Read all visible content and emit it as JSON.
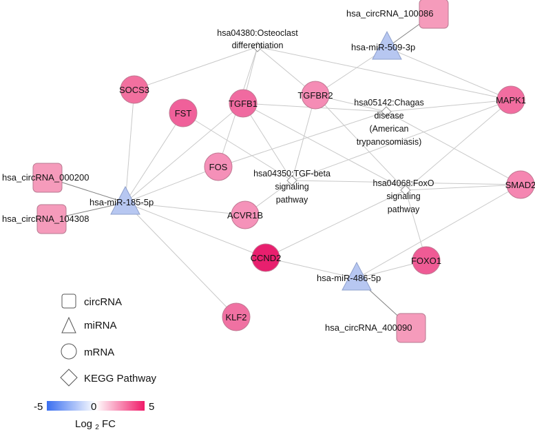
{
  "network": {
    "colors": {
      "circ_fill": "#f59bbb",
      "circ_stroke": "#b67a90",
      "mirna_fill": "#b7c7f1",
      "mirna_stroke": "#8ea0cc",
      "mrna_stroke": "#c07892",
      "kegg_stroke": "#999999",
      "edge": "#c8c8c8",
      "edge_dark": "#808080"
    },
    "nodes": [
      {
        "id": "circ_100086",
        "type": "circRNA",
        "label": "hsa_circRNA_100086"
      },
      {
        "id": "circ_000200",
        "type": "circRNA",
        "label": "hsa_circRNA_000200"
      },
      {
        "id": "circ_104308",
        "type": "circRNA",
        "label": "hsa_circRNA_104308"
      },
      {
        "id": "circ_400090",
        "type": "circRNA",
        "label": "hsa_circRNA_400090"
      },
      {
        "id": "mir_509",
        "type": "miRNA",
        "label": "hsa-miR-509-3p"
      },
      {
        "id": "mir_185",
        "type": "miRNA",
        "label": "hsa-miR-185-5p"
      },
      {
        "id": "mir_486",
        "type": "miRNA",
        "label": "hsa-miR-486-5p"
      },
      {
        "id": "SOCS3",
        "type": "mRNA",
        "label": "SOCS3",
        "color": "#f2709f"
      },
      {
        "id": "FST",
        "type": "mRNA",
        "label": "FST",
        "color": "#f0609a"
      },
      {
        "id": "TGFB1",
        "type": "mRNA",
        "label": "TGFB1",
        "color": "#f06aa0"
      },
      {
        "id": "TGFBR2",
        "type": "mRNA",
        "label": "TGFBR2",
        "color": "#f58cb5"
      },
      {
        "id": "MAPK1",
        "type": "mRNA",
        "label": "MAPK1",
        "color": "#f26da0"
      },
      {
        "id": "FOS",
        "type": "mRNA",
        "label": "FOS",
        "color": "#f590b8"
      },
      {
        "id": "ACVR1B",
        "type": "mRNA",
        "label": "ACVR1B",
        "color": "#f592b9"
      },
      {
        "id": "SMAD2",
        "type": "mRNA",
        "label": "SMAD2",
        "color": "#f586b1"
      },
      {
        "id": "CCND2",
        "type": "mRNA",
        "label": "CCND2",
        "color": "#e81f6e"
      },
      {
        "id": "FOXO1",
        "type": "mRNA",
        "label": "FOXO1",
        "color": "#ef5b95"
      },
      {
        "id": "KLF2",
        "type": "mRNA",
        "label": "KLF2",
        "color": "#f071a2"
      },
      {
        "id": "kegg_04380",
        "type": "KEGG",
        "label": [
          "hsa04380:Osteoclast",
          "differentiation"
        ]
      },
      {
        "id": "kegg_05142",
        "type": "KEGG",
        "label": [
          "hsa05142:Chagas",
          "disease",
          "(American",
          "trypanosomiasis)"
        ]
      },
      {
        "id": "kegg_04350",
        "type": "KEGG",
        "label": [
          "hsa04350:TGF-beta",
          "signaling",
          "pathway"
        ]
      },
      {
        "id": "kegg_04068",
        "type": "KEGG",
        "label": [
          "hsa04068:FoxO",
          "signaling",
          "pathway"
        ]
      }
    ],
    "edges": [
      [
        "circ_100086",
        "mir_509"
      ],
      [
        "circ_000200",
        "mir_185"
      ],
      [
        "circ_104308",
        "mir_185"
      ],
      [
        "circ_400090",
        "mir_486"
      ],
      [
        "mir_509",
        "TGFBR2"
      ],
      [
        "mir_509",
        "MAPK1"
      ],
      [
        "mir_185",
        "SOCS3"
      ],
      [
        "mir_185",
        "FST"
      ],
      [
        "mir_185",
        "TGFB1"
      ],
      [
        "mir_185",
        "FOS"
      ],
      [
        "mir_185",
        "ACVR1B"
      ],
      [
        "mir_185",
        "CCND2"
      ],
      [
        "mir_185",
        "KLF2"
      ],
      [
        "mir_486",
        "CCND2"
      ],
      [
        "mir_486",
        "FOXO1"
      ],
      [
        "mir_486",
        "SMAD2"
      ],
      [
        "kegg_04380",
        "SOCS3"
      ],
      [
        "kegg_04380",
        "FOS"
      ],
      [
        "kegg_04380",
        "TGFB1"
      ],
      [
        "kegg_04380",
        "TGFBR2"
      ],
      [
        "kegg_04380",
        "MAPK1"
      ],
      [
        "kegg_05142",
        "TGFB1"
      ],
      [
        "kegg_05142",
        "TGFBR2"
      ],
      [
        "kegg_05142",
        "MAPK1"
      ],
      [
        "kegg_05142",
        "FOS"
      ],
      [
        "kegg_05142",
        "SMAD2"
      ],
      [
        "kegg_04350",
        "TGFB1"
      ],
      [
        "kegg_04350",
        "TGFBR2"
      ],
      [
        "kegg_04350",
        "ACVR1B"
      ],
      [
        "kegg_04350",
        "FST"
      ],
      [
        "kegg_04350",
        "SMAD2"
      ],
      [
        "kegg_04350",
        "MAPK1"
      ],
      [
        "kegg_04068",
        "TGFB1"
      ],
      [
        "kegg_04068",
        "TGFBR2"
      ],
      [
        "kegg_04068",
        "MAPK1"
      ],
      [
        "kegg_04068",
        "SMAD2"
      ],
      [
        "kegg_04068",
        "FOXO1"
      ],
      [
        "kegg_04068",
        "CCND2"
      ]
    ]
  },
  "legend": {
    "items": [
      {
        "shape": "square",
        "label": "circRNA"
      },
      {
        "shape": "triangle",
        "label": "miRNA"
      },
      {
        "shape": "circle",
        "label": "mRNA"
      },
      {
        "shape": "diamond",
        "label": "KEGG Pathway"
      }
    ],
    "scale": {
      "min_label": "-5",
      "mid_label": "0",
      "max_label": "5",
      "title": "Log",
      "title_sub": "2",
      "title_suffix": "FC",
      "gradient": [
        "#3a6ff0",
        "#ffffff",
        "#f01a68"
      ]
    }
  }
}
